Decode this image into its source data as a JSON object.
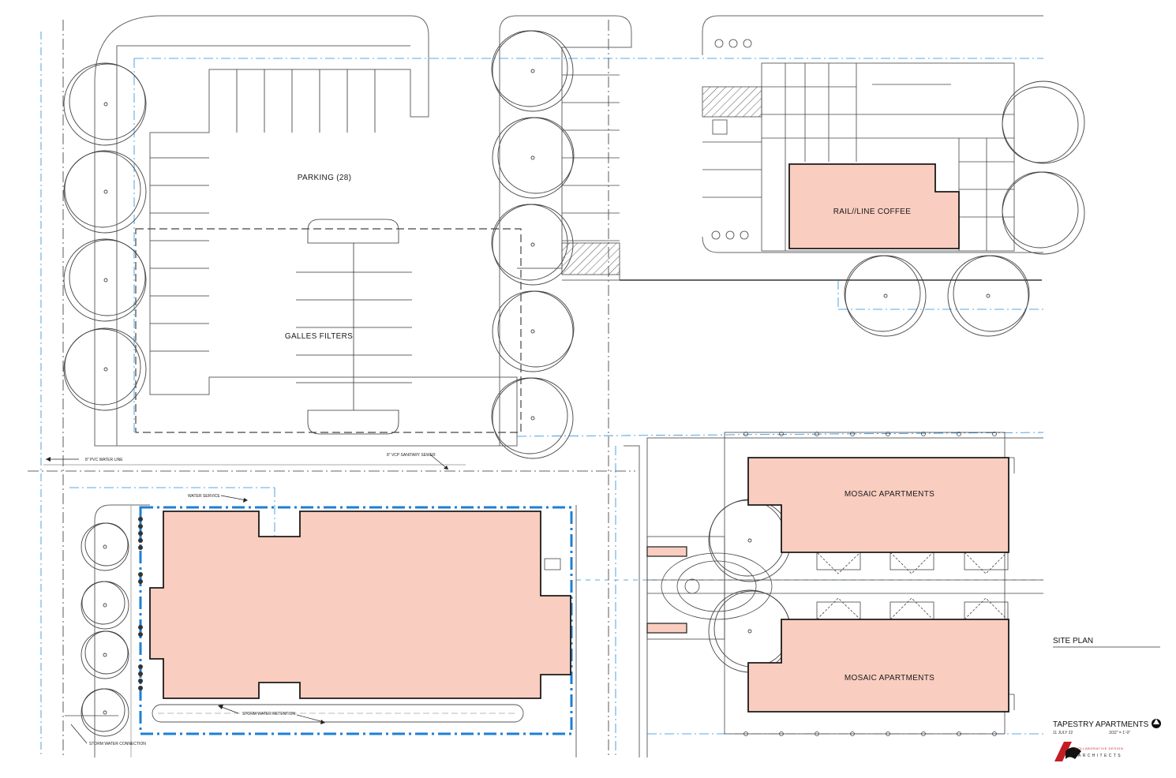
{
  "colors": {
    "building_fill": "#f9cdbf",
    "building_stroke": "#1a1a1a",
    "utility_line": "#2a8ad8",
    "property_line": "#1e7fd6",
    "logo_red": "#c41e24",
    "linework": "#333333"
  },
  "labels": {
    "parking": "PARKING (28)",
    "galles": "GALLES FILTERS",
    "rail_coffee": "RAIL//LINE COFFEE",
    "mosaic_north": "MOSAIC APARTMENTS",
    "mosaic_south": "MOSAIC APARTMENTS"
  },
  "notes": {
    "water_line": "8\" PVC WATER LINE",
    "sanitary_sewer": "8\" VCP SANITARY SEWER",
    "water_service": "WATER SERVICE",
    "storm_retention": "STORM WATER RETENTION",
    "storm_connection": "STORM WATER CONNECTION"
  },
  "title_block": {
    "sheet_title": "SITE PLAN",
    "project": "TAPESTRY APARTMENTS",
    "date": "11 JULY 22",
    "scale": "3/32\" = 1'-0\"",
    "firm_line1": "COLLABORATIVE DESIGN",
    "firm_line2": "ARCHITECTS",
    "north_arrow": "north-arrow-icon",
    "logo": "firm-logo-icon"
  }
}
